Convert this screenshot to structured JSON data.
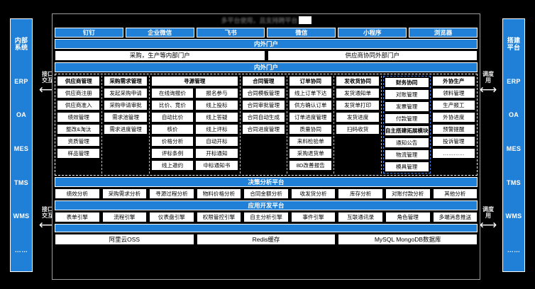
{
  "title": {
    "text": "多平台使用，且支持跨平台",
    "redacted": true
  },
  "left_systems": {
    "items": [
      "内部\n系统",
      "ERP",
      "OA",
      "MES",
      "TMS",
      "WMS",
      "……"
    ]
  },
  "right_systems": {
    "items": [
      "搭建\n平台",
      "ERP",
      "OA",
      "MES",
      "TMS",
      "WMS",
      "……"
    ]
  },
  "interfaces": {
    "left_top": "接口\n交互",
    "left_bottom": "接口\n交互",
    "right_top": "调度\n用",
    "right_bottom": "调度\n用",
    "arrow": "⟷"
  },
  "clients": {
    "items": [
      "钉钉",
      "企业微信",
      "飞书",
      "微信",
      "小程序",
      "浏览器"
    ]
  },
  "portal_bar_1": "内外门户",
  "portals": [
    "采购，生产等内部门户",
    "供应商协同外部门户"
  ],
  "portal_bar_2": "内外门户",
  "modules": {
    "columns": [
      {
        "header": "供应商管理",
        "highlight": false,
        "items": [
          "供应商注册",
          "供应商准入",
          "绩效管理",
          "整改&淘汰",
          "资质管理",
          "样品管理"
        ]
      },
      {
        "header": "采购需求管理",
        "highlight": false,
        "items": [
          "发起采购申请",
          "采购申请审批",
          "需求池管理",
          "需求进度管理"
        ]
      },
      {
        "header": "寻源管理",
        "highlight": false,
        "wide": true,
        "pairs": [
          [
            "在线询报价",
            "报名参与"
          ],
          [
            "比价、竞价",
            "线上投标"
          ],
          [
            "自动比价",
            "线上答疑"
          ],
          [
            "核价",
            "线上评标"
          ],
          [
            "价格分析",
            "自动开标"
          ],
          [
            "评标条例",
            "开标通知"
          ],
          [
            "线上邀约",
            "中标通知书"
          ]
        ]
      },
      {
        "header": "合同管理",
        "highlight": false,
        "items": [
          "合同模板管理",
          "合同审批管理",
          "合同自动生成",
          "合同进度管理"
        ]
      },
      {
        "header": "订单协同",
        "highlight": false,
        "items": [
          "线上订单下达",
          "供方确认订单",
          "订单进度管理",
          "质量协同",
          "来料检验单",
          "采购退货单",
          "8D改善报告"
        ]
      },
      {
        "header": "发收货协同",
        "highlight": false,
        "items": [
          "发货通知单",
          "发货单打印",
          "发货进度",
          "扫码收货"
        ]
      },
      {
        "header": "财务协同",
        "highlight": true,
        "items": [
          "对账管理",
          "发票管理",
          "付款管理"
        ]
      },
      {
        "header": "外协生产",
        "highlight": false,
        "items": [
          "领料管理",
          "生产报工",
          "外协进度"
        ]
      }
    ],
    "extend_block": {
      "title": "自主搭建拓展模块",
      "pairs": [
        [
          "通知公告",
          "预警提醒"
        ],
        [
          "物流管理",
          "投诉管理"
        ],
        [
          "模具管理",
          "…………"
        ]
      ]
    }
  },
  "decision_platform": {
    "title": "决策分析平台",
    "items": [
      "绩效分析",
      "采购需求分析",
      "寻源过程分析",
      "物料价格分析",
      "合同金额分析",
      "收发货分析",
      "库存分析",
      "对账付款分析",
      "其他分析"
    ]
  },
  "app_platform": {
    "title": "应用开发平台",
    "items": [
      "表单引擎",
      "流程引擎",
      "仪表盘引擎",
      "权限管控引擎",
      "自主分析引擎",
      "事件引擎",
      "互联通讯录",
      "角色管理",
      "多端消息推送"
    ]
  },
  "infra_bar": "",
  "infrastructure": [
    "阿里云OSS",
    "Redis缓存",
    "MySQL MongoDB数据库"
  ],
  "colors": {
    "brand_blue": "#2080d8",
    "highlight_blue": "#3b7ddd",
    "background": "#000000",
    "panel_white": "#ffffff"
  }
}
